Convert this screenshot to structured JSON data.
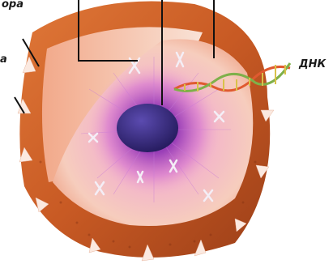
{
  "labels": {
    "top_left": "ора",
    "left": "а",
    "dna": "ДНК"
  },
  "colors": {
    "membrane_outer": "#c85a24",
    "membrane_inner": "#e88a48",
    "cytoplasm": "#f6c9b8",
    "nucleus_halo": "#a54ab8",
    "nucleolus": "#3a2a7a",
    "dna_helix_1": "#e05a30",
    "dna_helix_2": "#7fb04a",
    "leader_line": "#111111"
  }
}
